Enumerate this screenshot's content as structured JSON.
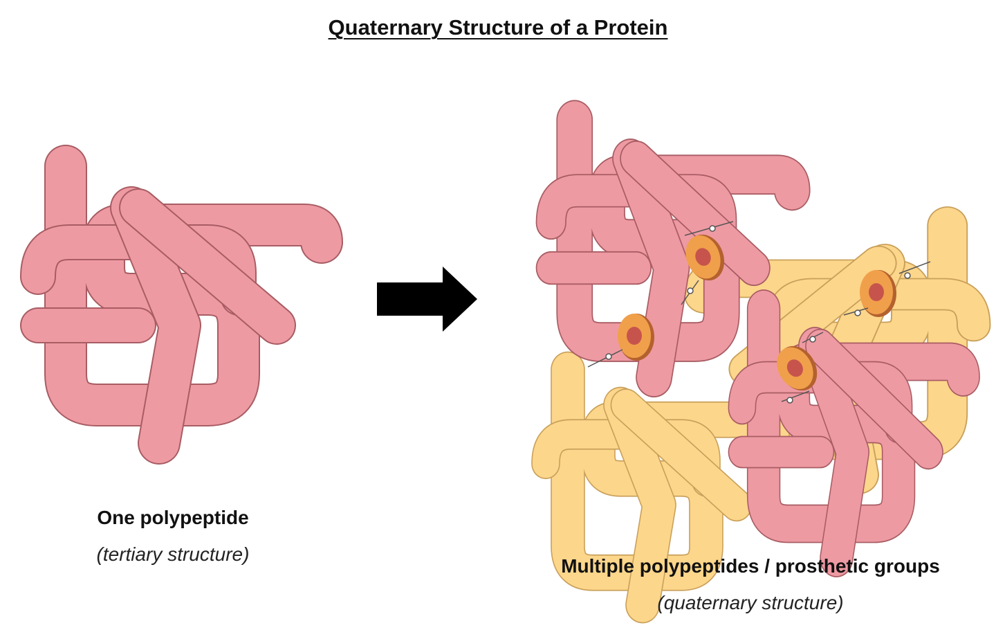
{
  "diagram": {
    "title": "Quaternary Structure of a Protein",
    "left": {
      "label": "One polypeptide",
      "sublabel": "(tertiary structure)"
    },
    "right": {
      "label": "Multiple polypeptides / prosthetic groups",
      "sublabel": "(quaternary structure)"
    }
  },
  "colors": {
    "polypeptide_pink": "#ee9aa3",
    "polypeptide_outline": "#a85c63",
    "polypeptide_yellow": "#fcd68b",
    "yellow_outline": "#c9a05a",
    "prosthetic_orange": "#f0a04b",
    "prosthetic_center": "#c7544c",
    "arrow": "#000000"
  }
}
